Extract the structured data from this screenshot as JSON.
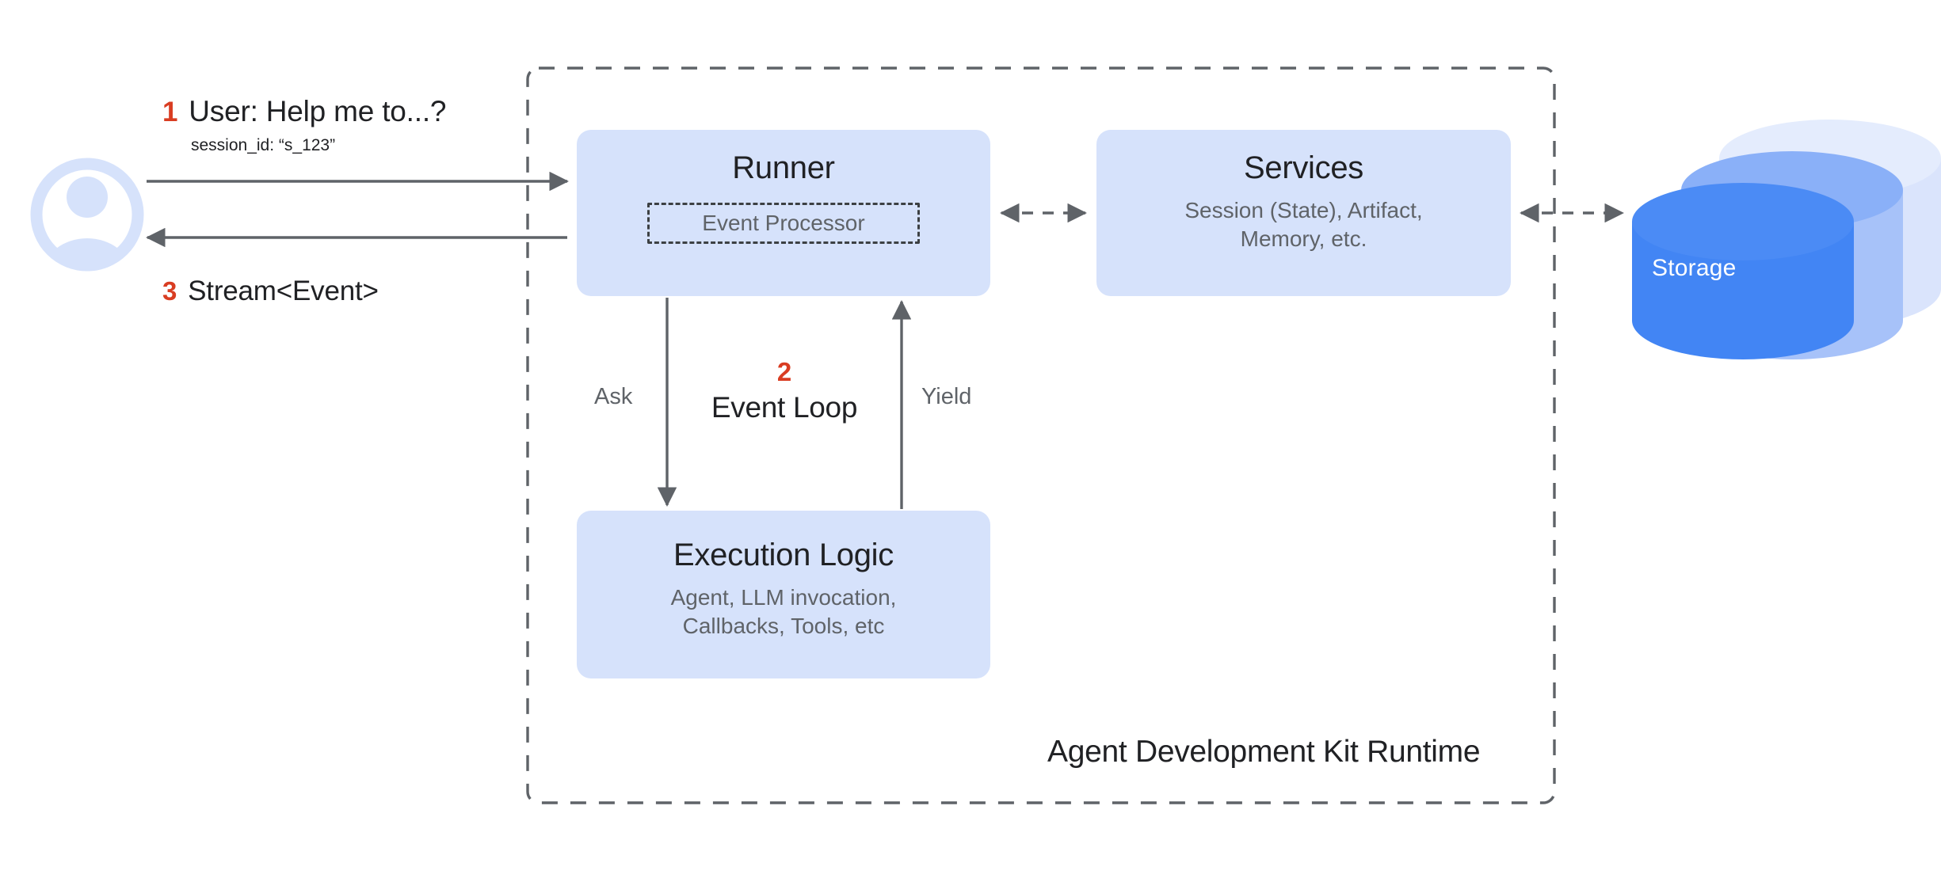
{
  "diagram": {
    "title": "Agent Development Kit Runtime",
    "colors": {
      "node_fill": "#d6e2fb",
      "storage_front": "#4285f4",
      "storage_mid": "#8ab0f8",
      "storage_back": "#d6e2fb",
      "accent_step": "#d93d22",
      "line": "#5f6368",
      "text_primary": "#202124",
      "text_secondary": "#5f6368",
      "avatar": "#d6e2fb"
    }
  },
  "actor": {
    "avatar_icon": "user-avatar-icon",
    "request": {
      "step": "1",
      "text": "User: Help me to...?",
      "detail": "session_id: “s_123”"
    },
    "response": {
      "step": "3",
      "text": "Stream<Event>"
    }
  },
  "nodes": {
    "runner": {
      "title": "Runner",
      "inner": {
        "label": "Event Processor"
      }
    },
    "services": {
      "title": "Services",
      "subtitle": "Session (State), Artifact,\nMemory, etc."
    },
    "execution_logic": {
      "title": "Execution Logic",
      "subtitle": "Agent, LLM invocation,\nCallbacks, Tools, etc"
    },
    "storage": {
      "label": "Storage",
      "icon": "database-cylinder-icon"
    }
  },
  "event_loop": {
    "step": "2",
    "label": "Event Loop",
    "ask_label": "Ask",
    "yield_label": "Yield"
  },
  "container": {
    "caption": "Agent Development Kit Runtime",
    "border_style": "dashed"
  },
  "edges": [
    {
      "name": "user-to-runner",
      "style": "solid",
      "direction": "one-way"
    },
    {
      "name": "runner-to-user",
      "style": "solid",
      "direction": "one-way"
    },
    {
      "name": "runner-to-services",
      "style": "dashed",
      "direction": "two-way"
    },
    {
      "name": "services-to-storage",
      "style": "dashed",
      "direction": "two-way"
    },
    {
      "name": "runner-to-execution-ask",
      "style": "solid",
      "direction": "one-way"
    },
    {
      "name": "execution-to-runner-yield",
      "style": "solid",
      "direction": "one-way"
    }
  ]
}
